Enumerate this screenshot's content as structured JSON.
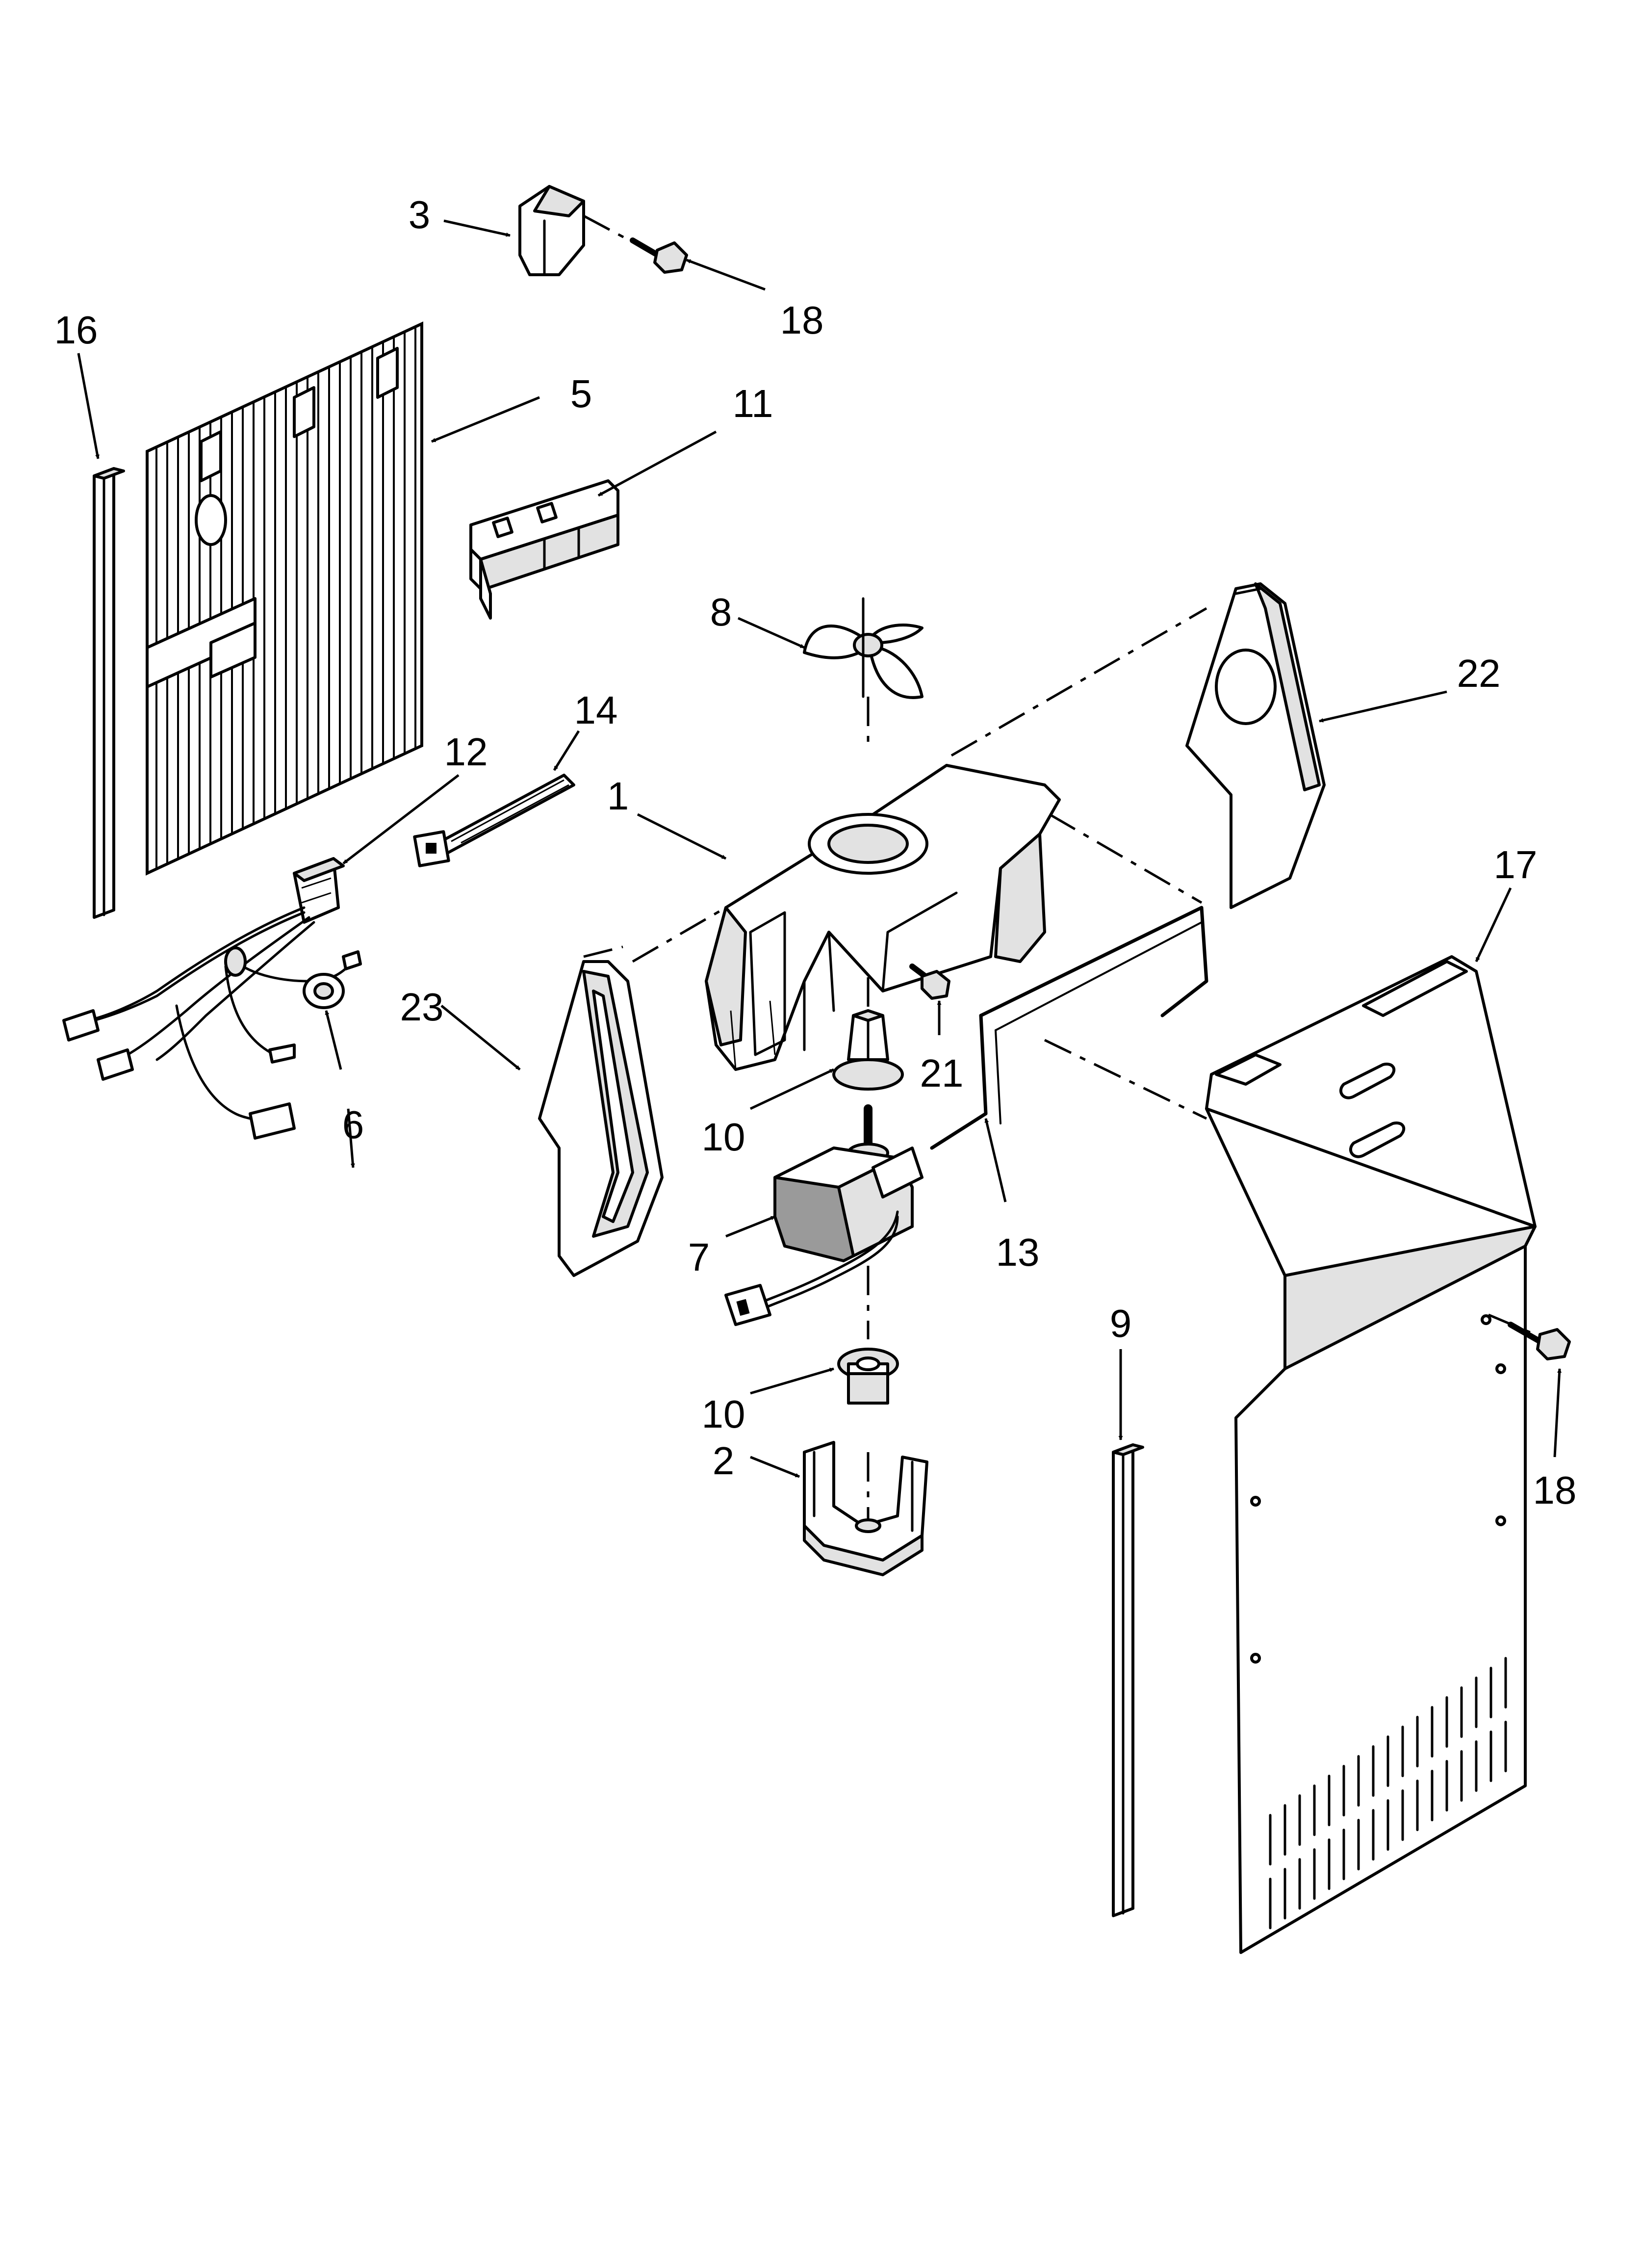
{
  "callouts": {
    "c1": "1",
    "c2": "2",
    "c3": "3",
    "c5": "5",
    "c6": "6",
    "c7": "7",
    "c8": "8",
    "c9": "9",
    "c10a": "10",
    "c10b": "10",
    "c11": "11",
    "c12": "12",
    "c13": "13",
    "c14": "14",
    "c16": "16",
    "c17": "17",
    "c18a": "18",
    "c18b": "18",
    "c21": "21",
    "c22": "22",
    "c23": "23"
  },
  "colors": {
    "line": "#000000",
    "background": "#ffffff",
    "shade": "#e2e2e2"
  }
}
